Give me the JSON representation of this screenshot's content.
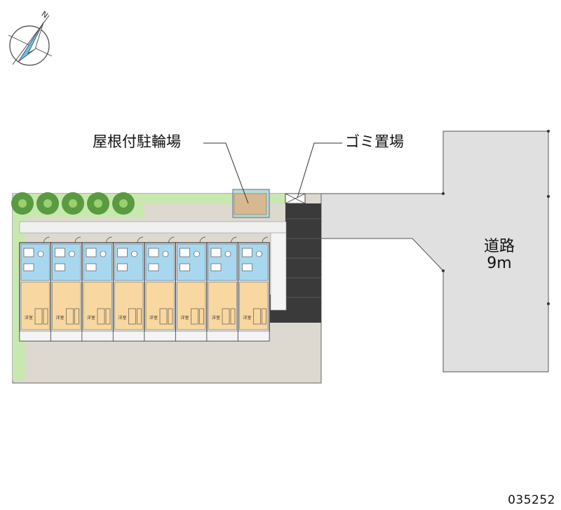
{
  "labels": {
    "bicycle_parking": "屋根付駐輪場",
    "garbage": "ゴミ置場",
    "road_name": "道路",
    "road_width": "9m",
    "property_code": "035252"
  },
  "rooms": {
    "count": 8,
    "room_label": "洋室"
  },
  "compass": {
    "north_mark": "N"
  },
  "colors": {
    "paving": "#ddd8d0",
    "grass": "#c8e8b0",
    "wet_area": "#a8d8f0",
    "room_floor": "#f8d8a0",
    "parking_dark": "#3a3a3a",
    "road": "#e0e0e0",
    "bike_shed": "#d8b890",
    "tree": "#5a9a40"
  }
}
